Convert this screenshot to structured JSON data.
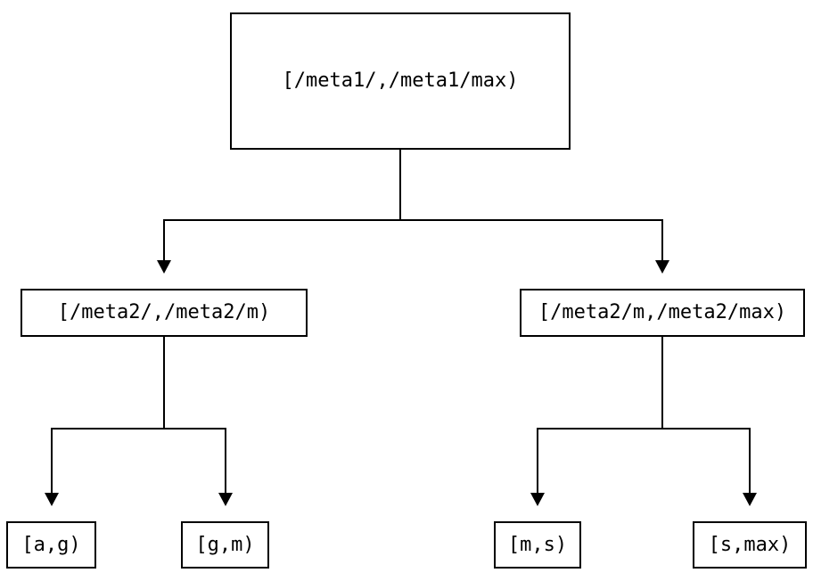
{
  "diagram": {
    "type": "tree",
    "background_color": "#ffffff",
    "line_color": "#000000",
    "text_color": "#000000",
    "nodes": {
      "root": {
        "label": "[/meta1/,/meta1/max)"
      },
      "mid_left": {
        "label": "[/meta2/,/meta2/m)"
      },
      "mid_right": {
        "label": "[/meta2/m,/meta2/max)"
      },
      "leaf_ag": {
        "label": "[a,g)"
      },
      "leaf_gm": {
        "label": "[g,m)"
      },
      "leaf_ms": {
        "label": "[m,s)"
      },
      "leaf_smax": {
        "label": "[s,max)"
      }
    },
    "edges": [
      {
        "from": "[/meta1/,/meta1/max)",
        "to": "[/meta2/,/meta2/m)"
      },
      {
        "from": "[/meta1/,/meta1/max)",
        "to": "[/meta2/m,/meta2/max)"
      },
      {
        "from": "[/meta2/,/meta2/m)",
        "to": "[a,g)"
      },
      {
        "from": "[/meta2/,/meta2/m)",
        "to": "[g,m)"
      },
      {
        "from": "[/meta2/m,/meta2/max)",
        "to": "[m,s)"
      },
      {
        "from": "[/meta2/m,/meta2/max)",
        "to": "[s,max)"
      }
    ]
  }
}
